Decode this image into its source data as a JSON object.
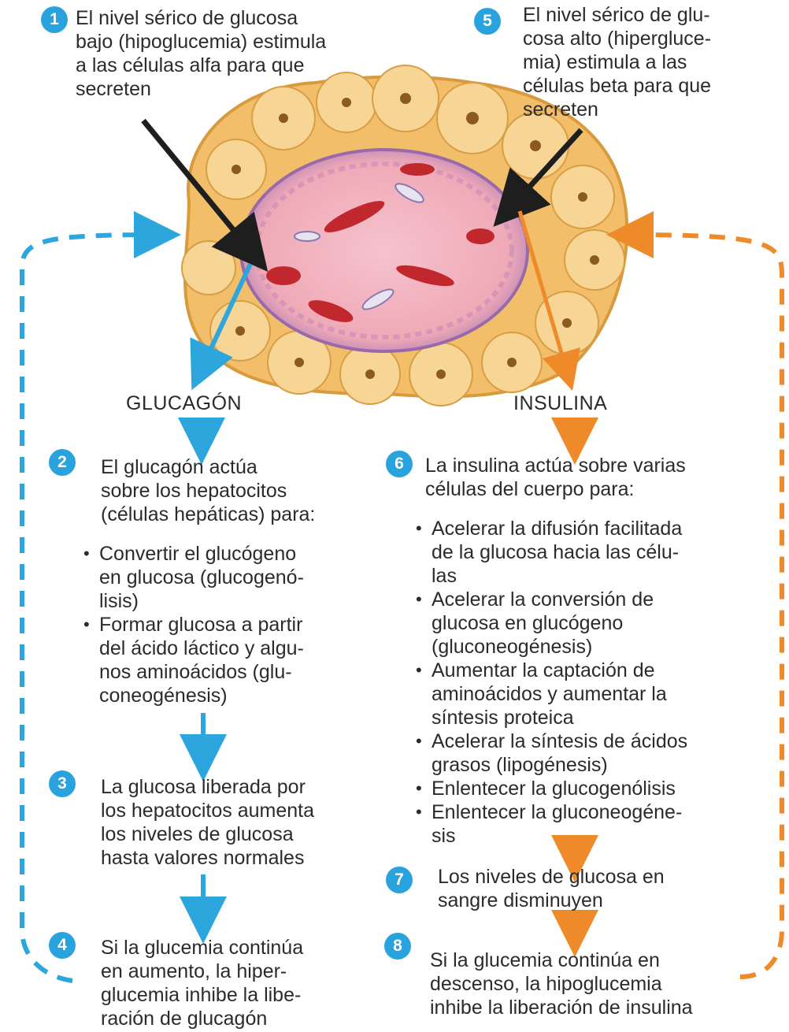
{
  "steps": {
    "s1": {
      "number": "1",
      "text": "El nivel sérico de glucosa\nbajo (hipoglucemia) estimula\na las células alfa para que\nsecreten"
    },
    "s5": {
      "number": "5",
      "text": "El nivel sérico de glu-\ncosa alto (hiperglucе-\nmia) estimula a las\ncélulas beta para que\nsecreten"
    },
    "s2": {
      "number": "2",
      "text": "El glucagón actúa\nsobre los hepatocitos\n(células hepáticas) para:"
    },
    "s6": {
      "number": "6",
      "text": "La insulina actúa sobre varias\ncélulas del cuerpo para:"
    },
    "s3": {
      "number": "3",
      "text": "La glucosa liberada por\nlos hepatocitos aumenta\nlos niveles de glucosa\nhasta valores normales"
    },
    "s7": {
      "number": "7",
      "text": "Los niveles de glucosa en\nsangre disminuyen"
    },
    "s4": {
      "number": "4",
      "text": "Si la glucemia continúa\nen aumento, la hiper-\nglucemia inhibe la libe-\nración de glucagón"
    },
    "s8": {
      "number": "8",
      "text": "Si la glucemia continúa en\ndescenso, la hipoglucemia\ninhibe la liberación de insulina"
    }
  },
  "hormones": {
    "left": "GLUCAGÓN",
    "right": "INSULINA"
  },
  "glucagon_actions": [
    "Convertir el glucógeno\nen glucosa (glucogenó-\nlisis)",
    "Formar glucosa a partir\ndel ácido láctico y algu-\nnos aminoácidos (glu-\nconeogénesis)"
  ],
  "insulin_actions": [
    "Acelerar la difusión facilitada\nde la glucosa hacia las célu-\nlas",
    "Acelerar la conversión de\nglucosa en glucógeno\n(gluconeogénesis)",
    "Aumentar la captación de\naminoácidos y aumentar la\nsíntesis proteica",
    "Acelerar la síntesis de ácidos\ngrasos (lipogénesis)",
    "Enlentecer la glucogenólisis",
    "Enlentecer la gluconeogéne-\nsis"
  ],
  "colors": {
    "blue": "#2ca6dc",
    "orange": "#ef8a2a",
    "acinar": "#f2be6a",
    "islet": "#f3b8c4",
    "vessel": "#c0282e"
  }
}
